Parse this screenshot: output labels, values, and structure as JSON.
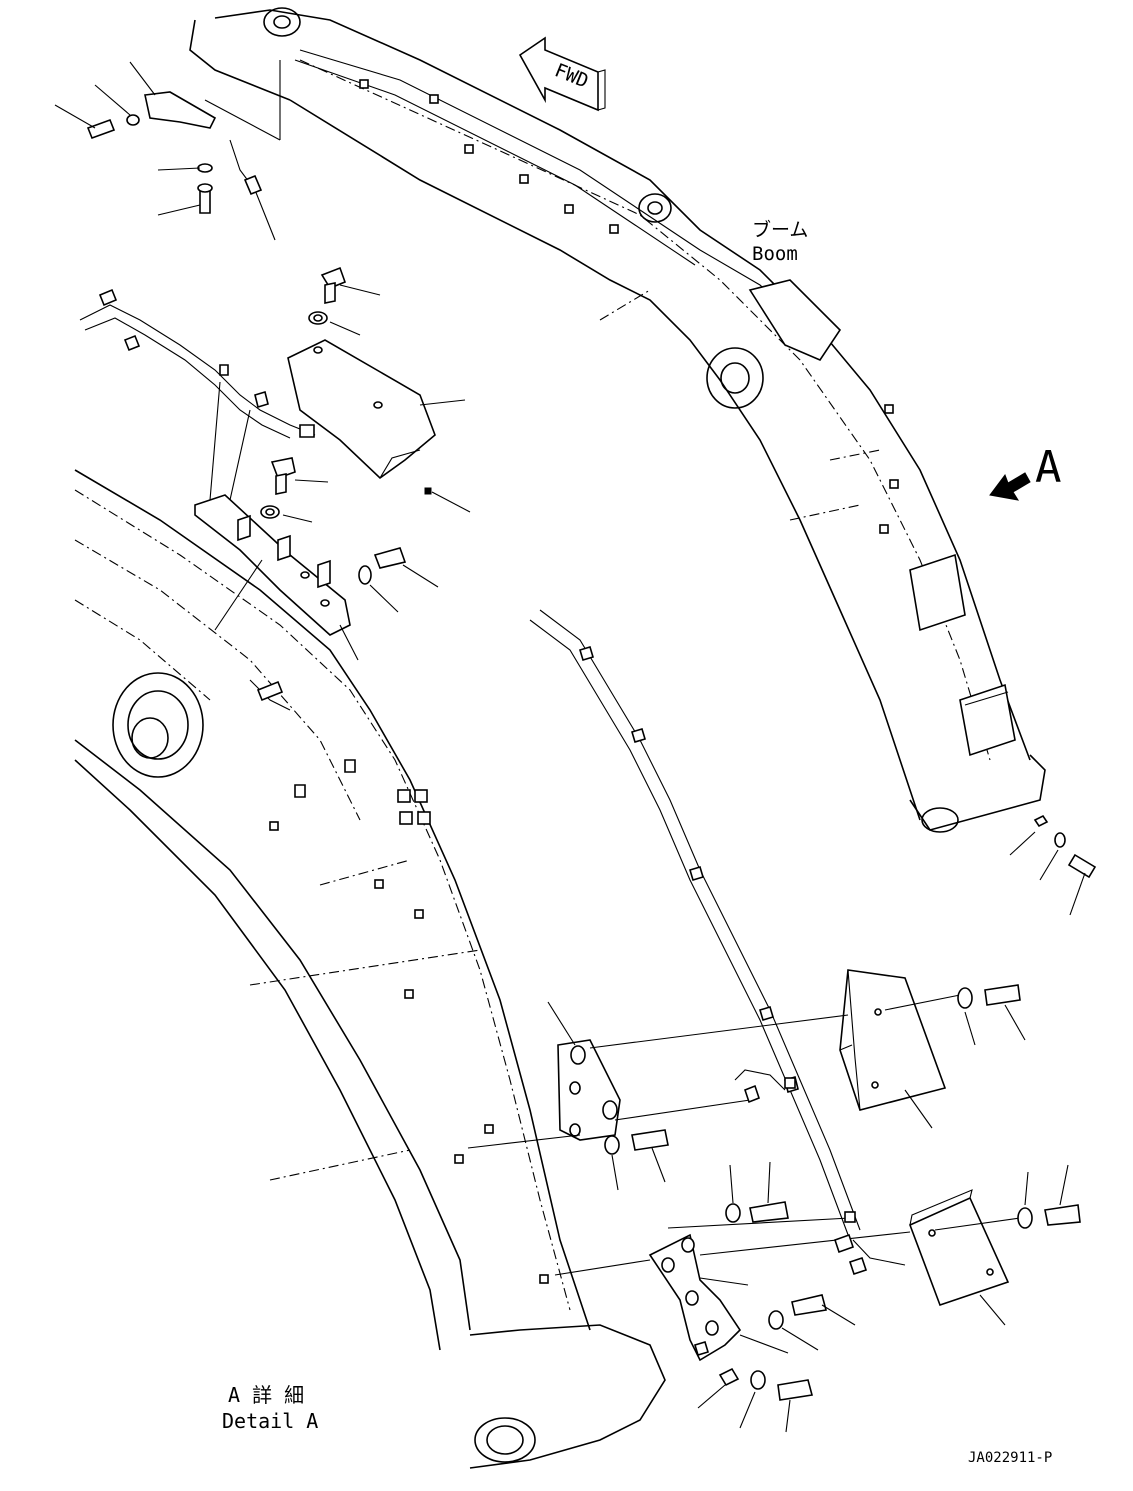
{
  "labels": {
    "fwd": "FWD",
    "boom_jp": "ブーム",
    "boom_en": "Boom",
    "view_marker": "A",
    "detail_jp": "A 詳 細",
    "detail_en": "Detail A",
    "drawing_number": "JA022911-P"
  },
  "colors": {
    "line": "#000000",
    "background": "#ffffff"
  },
  "icons": {
    "view_arrow": "arrow-down-left-icon",
    "fwd_arrow": "arrow-left-icon"
  }
}
